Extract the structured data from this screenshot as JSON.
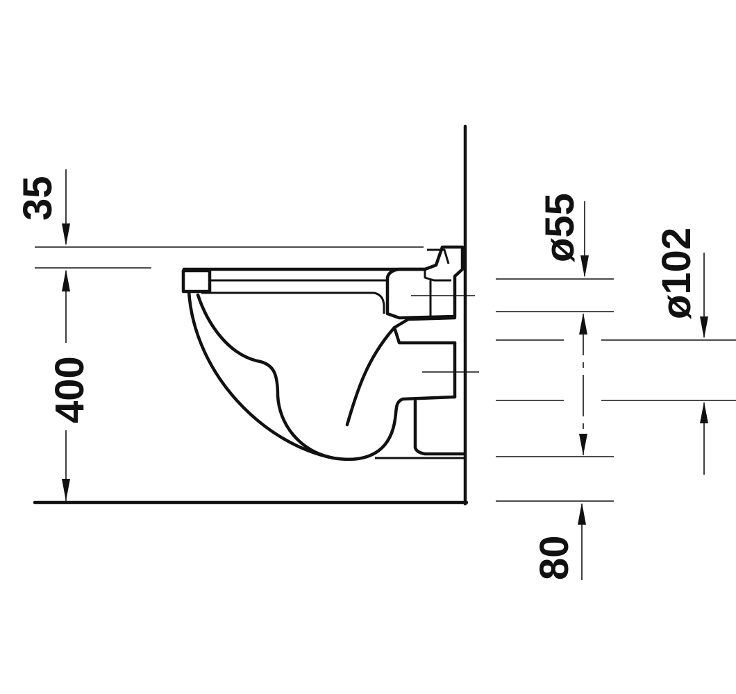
{
  "dimensions": {
    "top_offset": "35",
    "seat_height": "400",
    "inlet_diameter": "ø55",
    "outlet_diameter": "ø102",
    "floor_offset": "80"
  }
}
